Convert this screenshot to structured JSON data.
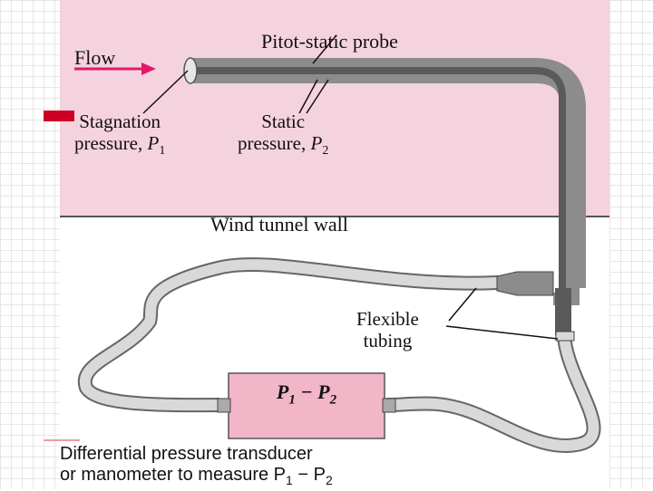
{
  "labels": {
    "flow": "Flow",
    "probe": "Pitot-static probe",
    "stagnation_line1": "Stagnation",
    "stagnation_line2": "pressure,",
    "stagnation_symbol": "P",
    "stagnation_sub": "1",
    "static_line1": "Static",
    "static_line2": "pressure,",
    "static_symbol": "P",
    "static_sub": "2",
    "wall": "Wind tunnel wall",
    "flexible_line1": "Flexible",
    "flexible_line2": "tubing",
    "box_p1": "P",
    "box_sub1": "1",
    "box_minus": " − ",
    "box_p2": "P",
    "box_sub2": "2",
    "caption_line1": "Differential pressure transducer",
    "caption_line2": "or manometer to measure P",
    "caption_sub1": "1",
    "caption_minus": " − P",
    "caption_sub2": "2"
  },
  "colors": {
    "pink_background": "#f5d3de",
    "probe_gray": "#8c8c8c",
    "probe_dark": "#5a5a5a",
    "tube_light": "#d9d9d9",
    "transducer_box": "#f2b6c8",
    "flow_arrow": "#e0196a",
    "bullet_red": "#cc0022"
  },
  "icons": {
    "flow_arrow": "arrow-right-icon"
  }
}
